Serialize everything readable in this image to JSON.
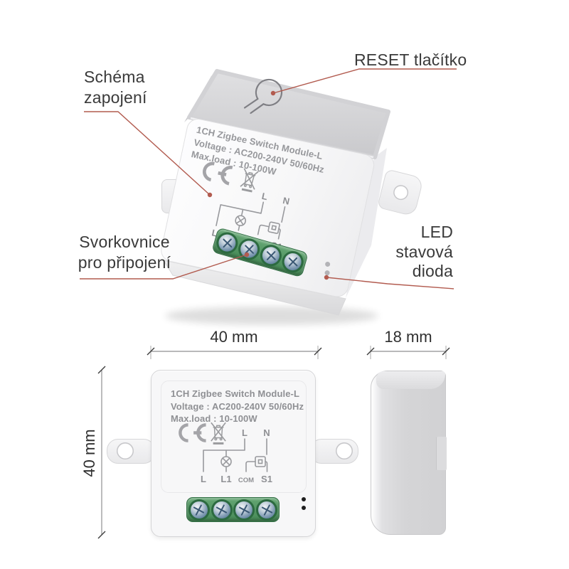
{
  "callouts": {
    "schema": {
      "text": "Schéma\nzapojení"
    },
    "reset": {
      "text": "RESET tlačítko"
    },
    "terminal": {
      "text": "Svorkovnice\npro připojení"
    },
    "led": {
      "text": "LED\nstavová\ndioda"
    },
    "line_color": "#b25b4f"
  },
  "dimensions": {
    "front_width": "40 mm",
    "front_height": "40 mm",
    "side_depth": "18 mm"
  },
  "module_label": {
    "title": "1CH Zigbee Switch Module-L",
    "voltage": "Voltage : AC200-240V 50/60Hz",
    "max_load": "Max.load : 10-100W"
  },
  "wiring_diagram": {
    "input_live": "L",
    "input_neutral": "N",
    "term_l": "L",
    "term_l1": "L1",
    "term_com": "COM",
    "term_s1": "S1"
  },
  "icons": {
    "reset_button": "keyhole-icon",
    "certification": "ce-mark-icon",
    "disposal": "weee-bin-icon",
    "connection": "wiring-diagram",
    "terminal": "terminal-screw-icon",
    "status": "led-status-dots"
  },
  "colors": {
    "label_text": "#3a3a3a",
    "callout_line": "#b25b4f",
    "module_print": "#94959a",
    "terminal_green": "#4c9760",
    "terminal_green_dark": "#2c6a40",
    "screw_blue": "#6c8fae",
    "led_dot_dark": "#1e1e1e",
    "led_dot_light": "#b3b3b7",
    "body_gray": "#d3d3d6"
  }
}
